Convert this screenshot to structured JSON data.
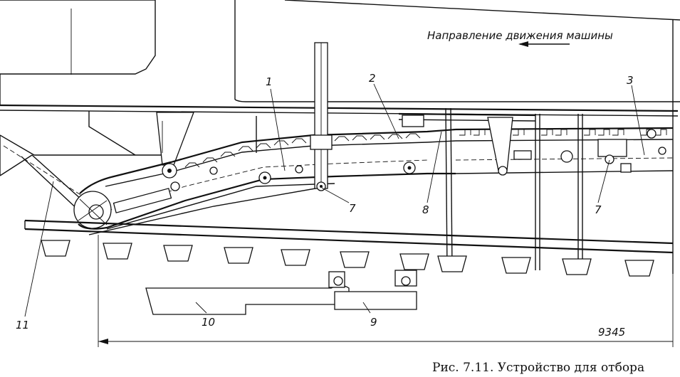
{
  "direction_label": "Направление движения машины",
  "caption": "Рис. 7.11. Устройство для отбора",
  "dimension": "9345",
  "callouts": {
    "c1": "1",
    "c2": "2",
    "c3": "3",
    "c7a": "7",
    "c7b": "7",
    "c8": "8",
    "c9": "9",
    "c10": "10",
    "c11": "11"
  }
}
